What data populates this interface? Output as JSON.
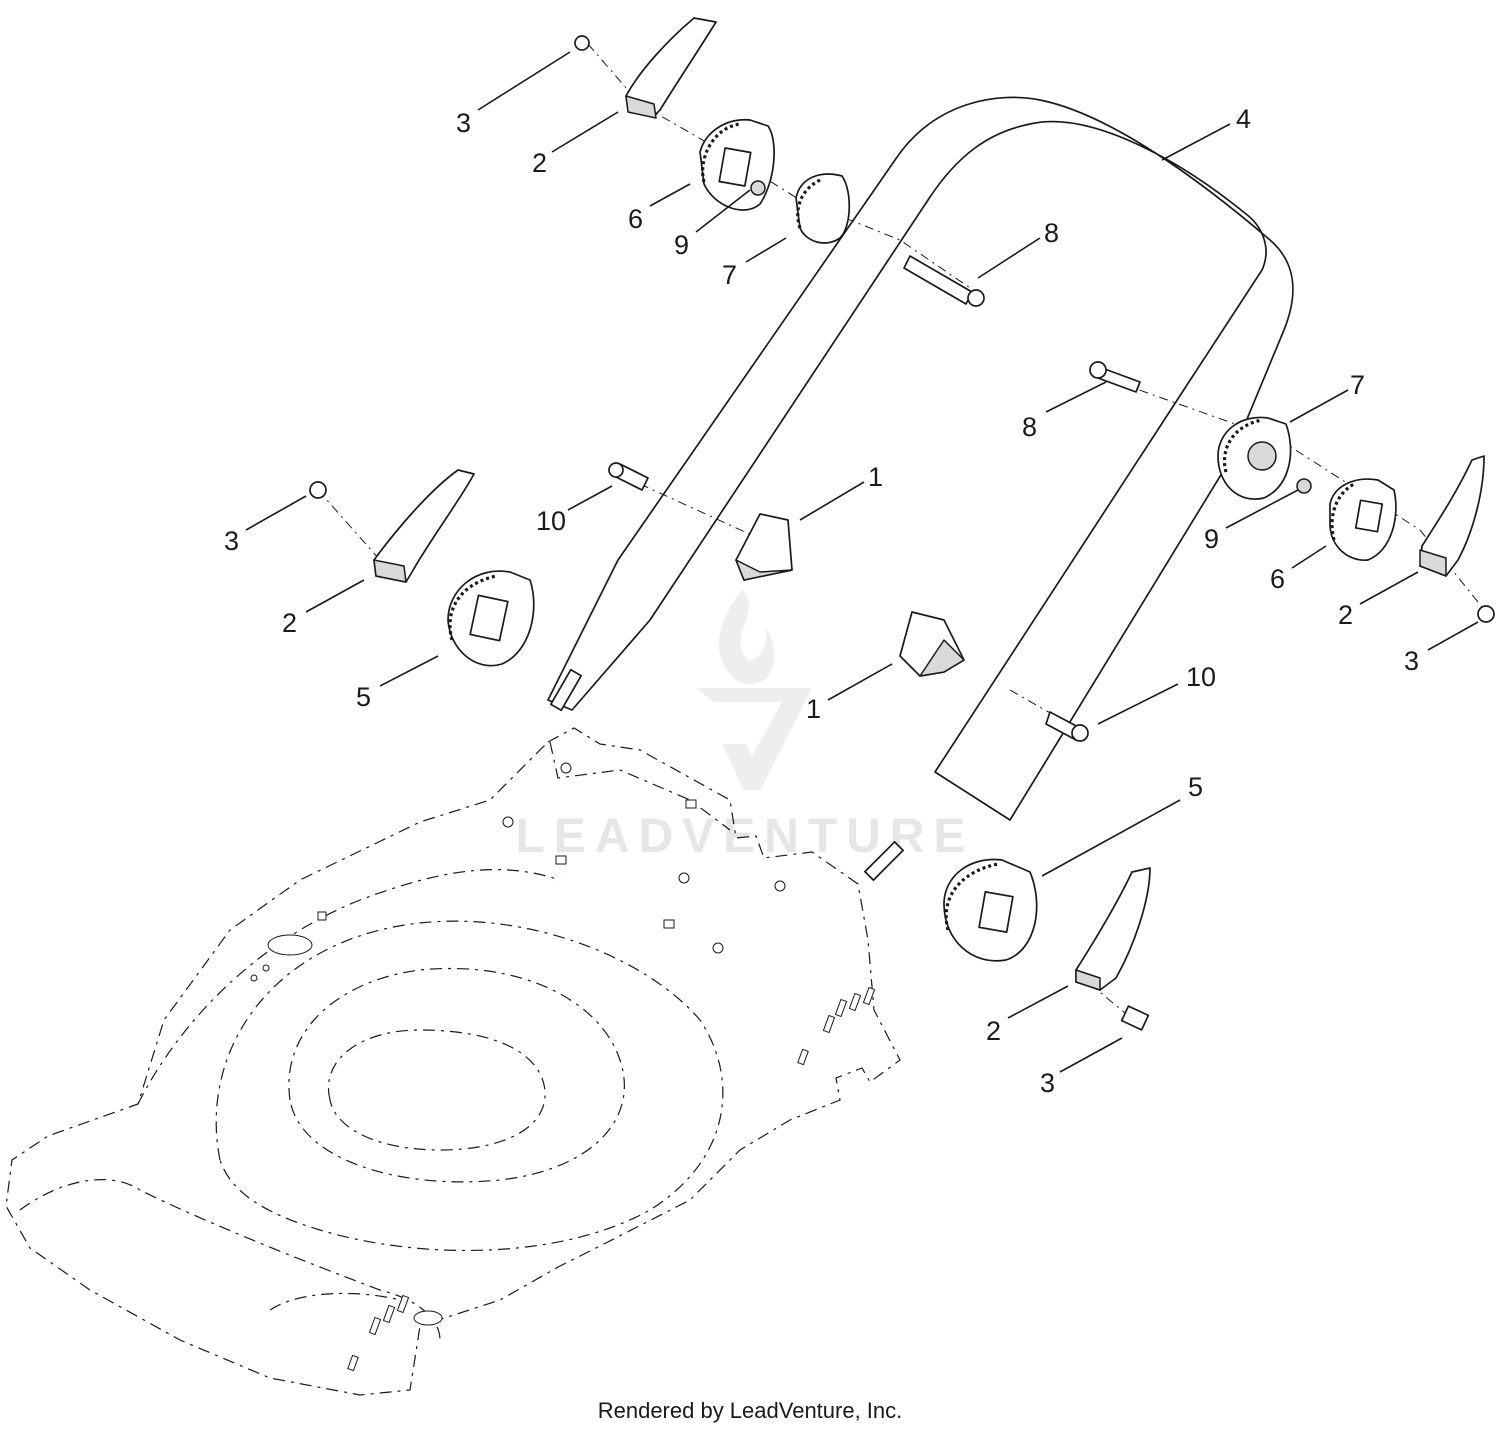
{
  "watermark": {
    "text": "LEADVENTURE"
  },
  "callouts": [
    {
      "id": "c-3a",
      "label": "3"
    },
    {
      "id": "c-2a",
      "label": "2"
    },
    {
      "id": "c-6a",
      "label": "6"
    },
    {
      "id": "c-9a",
      "label": "9"
    },
    {
      "id": "c-7a",
      "label": "7"
    },
    {
      "id": "c-4",
      "label": "4"
    },
    {
      "id": "c-8a",
      "label": "8"
    },
    {
      "id": "c-8b",
      "label": "8"
    },
    {
      "id": "c-7b",
      "label": "7"
    },
    {
      "id": "c-10a",
      "label": "10"
    },
    {
      "id": "c-1a",
      "label": "1"
    },
    {
      "id": "c-3b",
      "label": "3"
    },
    {
      "id": "c-2b",
      "label": "2"
    },
    {
      "id": "c-5a",
      "label": "5"
    },
    {
      "id": "c-9b",
      "label": "9"
    },
    {
      "id": "c-6b",
      "label": "6"
    },
    {
      "id": "c-2c",
      "label": "2"
    },
    {
      "id": "c-3c",
      "label": "3"
    },
    {
      "id": "c-1b",
      "label": "1"
    },
    {
      "id": "c-10b",
      "label": "10"
    },
    {
      "id": "c-5b",
      "label": "5"
    },
    {
      "id": "c-2d",
      "label": "2"
    },
    {
      "id": "c-3d",
      "label": "3"
    }
  ],
  "footer": {
    "text": "Rendered by LeadVenture, Inc."
  }
}
